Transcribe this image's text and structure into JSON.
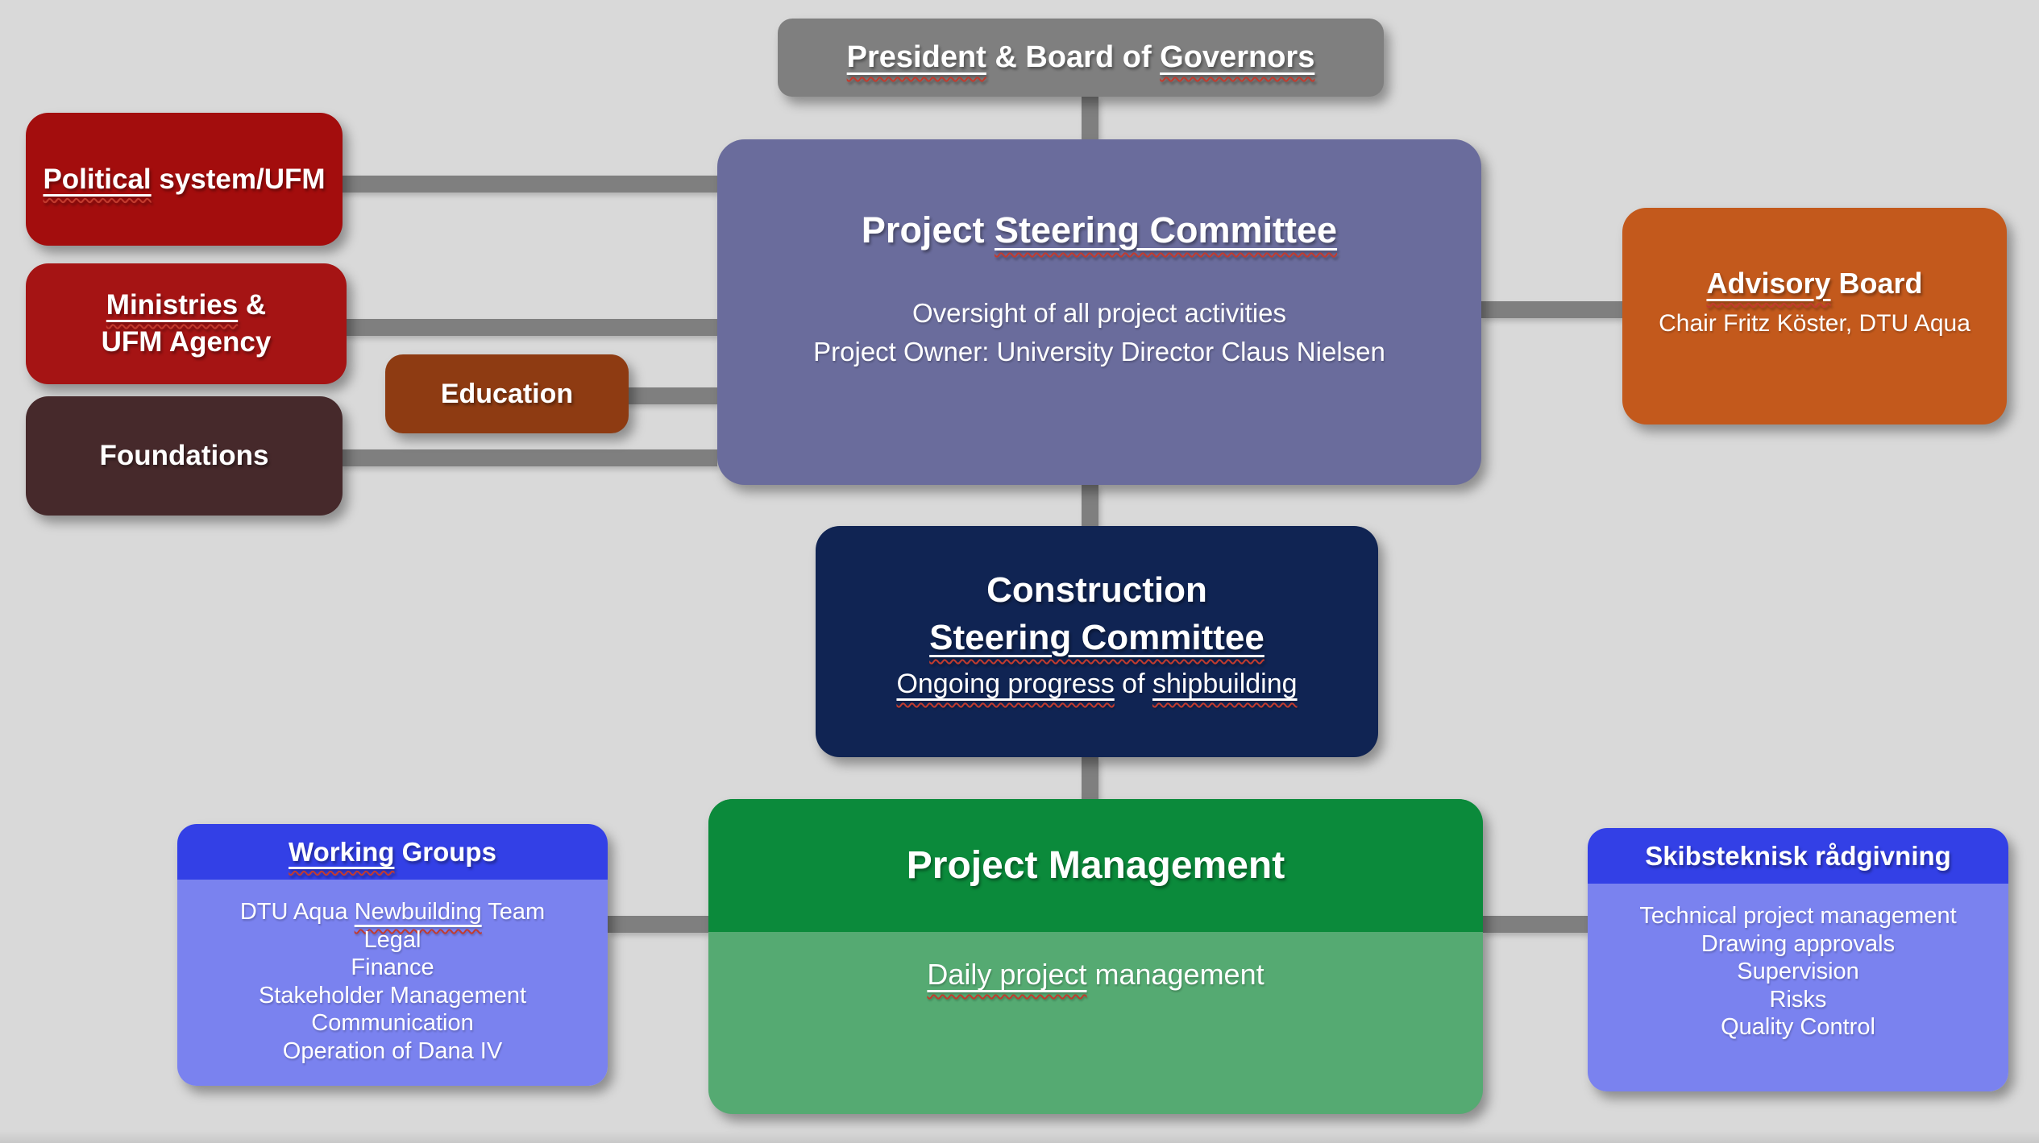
{
  "palette": {
    "canvas_bg": "#D9D9D9",
    "connector_gray": "#7F7F7F",
    "president_gray": "#7F7F7F",
    "steering_purple": "#6A6C9C",
    "political_red": "#A30D0D",
    "ministries_red": "#A51414",
    "foundations_brown": "#46292B",
    "education_rust": "#8E3B12",
    "advisory_orange": "#C3591C",
    "construction_navy": "#102453",
    "pm_green_dark": "#0B8A3B",
    "pm_green_light": "#55AA72",
    "panel_header_blue": "#3340E6",
    "panel_body_blue": "#7A82EF",
    "text_white": "#FFFFFF",
    "spellcheck_squiggle_red": "#C23B2E"
  },
  "nodes": {
    "president": {
      "lines": [
        [
          {
            "t": "President",
            "u": true
          },
          {
            "t": " & Board of ",
            "u": false
          },
          {
            "t": "Governors",
            "u": true
          }
        ]
      ]
    },
    "project_steering_committee": {
      "title_lines": [
        [
          {
            "t": "Project ",
            "u": false
          },
          {
            "t": "Steering Committee",
            "u": true
          }
        ]
      ],
      "body_lines": [
        [
          {
            "t": "Oversight of all project activities",
            "u": false
          }
        ],
        [
          {
            "t": "Project Owner: University Director Claus Nielsen",
            "u": false
          }
        ]
      ]
    },
    "political_system": {
      "lines": [
        [
          {
            "t": "Political",
            "u": true
          },
          {
            "t": " system/UFM",
            "u": false
          }
        ]
      ]
    },
    "ministries": {
      "lines": [
        [
          {
            "t": "Ministries",
            "u": true
          },
          {
            "t": " &",
            "u": false
          }
        ],
        [
          {
            "t": "UFM Agency",
            "u": false
          }
        ]
      ]
    },
    "foundations": {
      "lines": [
        [
          {
            "t": "Foundations",
            "u": false
          }
        ]
      ]
    },
    "education": {
      "lines": [
        [
          {
            "t": "Education",
            "u": false
          }
        ]
      ]
    },
    "advisory_board": {
      "title_lines": [
        [
          {
            "t": "Advisory",
            "u": true
          },
          {
            "t": " Board",
            "u": false
          }
        ]
      ],
      "body_lines": [
        [
          {
            "t": "Chair Fritz Köster, DTU Aqua",
            "u": false
          }
        ]
      ]
    },
    "construction_steering_committee": {
      "title_lines": [
        [
          {
            "t": "Construction",
            "u": false
          }
        ],
        [
          {
            "t": "Steering Committee",
            "u": true
          }
        ]
      ],
      "body_lines": [
        [
          {
            "t": "Ongoing progress",
            "u": true
          },
          {
            "t": " of ",
            "u": false
          },
          {
            "t": "shipbuilding",
            "u": true
          }
        ]
      ]
    },
    "project_management": {
      "title_lines": [
        [
          {
            "t": "Project Management",
            "u": false
          }
        ]
      ],
      "body_lines": [
        [
          {
            "t": "Daily project",
            "u": true
          },
          {
            "t": " management",
            "u": false
          }
        ]
      ]
    },
    "working_groups": {
      "title_lines": [
        [
          {
            "t": "Working",
            "u": true
          },
          {
            "t": " Groups",
            "u": false
          }
        ]
      ],
      "item_lines": [
        [
          {
            "t": "DTU Aqua ",
            "u": false
          },
          {
            "t": "Newbuilding",
            "u": true
          },
          {
            "t": " Team",
            "u": false
          }
        ],
        [
          {
            "t": "Legal",
            "u": false
          }
        ],
        [
          {
            "t": "Finance",
            "u": false
          }
        ],
        [
          {
            "t": "Stakeholder Management",
            "u": false
          }
        ],
        [
          {
            "t": "Communication",
            "u": false
          }
        ],
        [
          {
            "t": "Operation of Dana IV",
            "u": false
          }
        ]
      ]
    },
    "skibsteknisk": {
      "title_lines": [
        [
          {
            "t": "Skibsteknisk rådgivning",
            "u": false
          }
        ]
      ],
      "item_lines": [
        [
          {
            "t": "Technical project management",
            "u": false
          }
        ],
        [
          {
            "t": "Drawing approvals",
            "u": false
          }
        ],
        [
          {
            "t": "Supervision",
            "u": false
          }
        ],
        [
          {
            "t": "Risks",
            "u": false
          }
        ],
        [
          {
            "t": "Quality Control",
            "u": false
          }
        ]
      ]
    }
  }
}
